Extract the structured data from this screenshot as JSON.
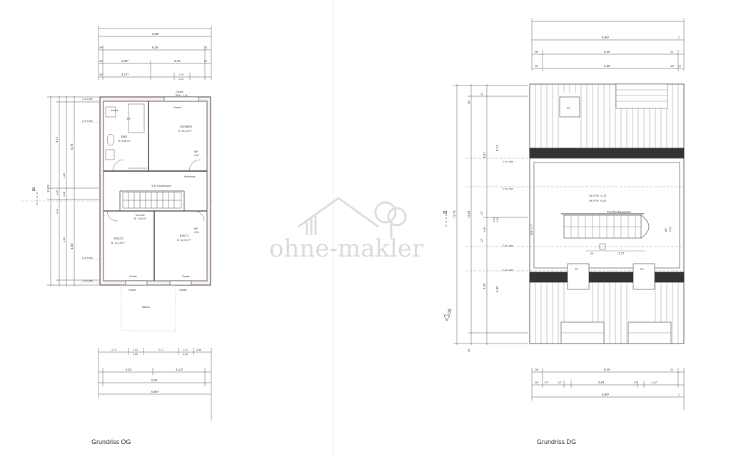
{
  "watermark": {
    "text": "ohne-makler"
  },
  "og": {
    "caption": "Grundriss OG",
    "dims_top": [
      "6,86⁵",
      "6,26",
      "2,30⁵",
      "3,76",
      "4,17⁵",
      "1,76",
      "1,24",
      "36⁵",
      "24",
      "36⁵",
      "24",
      "36⁵"
    ],
    "dims_bottom": [
      "1,74",
      "1,01",
      "2,17",
      "1,01",
      "5,01",
      "2,88",
      "3,13⁵",
      "6,26",
      "6,86⁵",
      "2,09",
      "2,09"
    ],
    "dims_left": [
      "5,74",
      "11,74",
      "1,26",
      "1,18",
      "4,17",
      "4,50",
      "2,26",
      "1,24",
      "2,51"
    ],
    "section_letter": "B",
    "lines": [
      "1 m Linie",
      "2 m Linie",
      "2 m Linie",
      "1 m Linie"
    ],
    "rooms": {
      "bad": {
        "name": "Bad",
        "area": "B: 6,60 m²"
      },
      "schlafen": {
        "name": "Schlafen",
        "area": "B: 15,22 m²"
      },
      "kind2": {
        "name": "Kind 2",
        "area": "B: 12,13 m²"
      },
      "kind1": {
        "name": "Kind 1",
        "area": "B: 12,00 m²"
      },
      "korridor": {
        "name": "Korridor",
        "area": "B: 7,60 m²"
      }
    },
    "labels": [
      "Gaube",
      "Gaube",
      "Gaube",
      "Gaube",
      "Gaube",
      "Gaube",
      "Gaube",
      "Balkon",
      "BRH: 1,14",
      "DF",
      "Haupttreppe",
      "Kniestock",
      "3,30",
      "88⁵",
      "2,01",
      "88⁵",
      "2,01"
    ]
  },
  "dg": {
    "caption": "Grundriss DG",
    "dims_top": [
      "6,86⁵",
      "6,26",
      "6,26",
      "36⁵",
      "2",
      "36⁵",
      "24",
      "36⁵",
      "24"
    ],
    "dims_bottom": [
      "6,26",
      "87⁵",
      "12⁵",
      "3,64",
      "12⁵",
      "1,41⁵",
      "6,86⁵",
      "36⁵",
      "24",
      "36⁵",
      "2"
    ],
    "dims_left": [
      "11,74",
      "11,01",
      "5,74",
      "5,51",
      "4,25",
      "4,99",
      "1,00",
      "1,01",
      "1,01",
      "36⁵",
      "24",
      "12⁵",
      "12⁵",
      "36⁵"
    ],
    "section_letter": "B",
    "level_mark": "08",
    "lines": [
      "1 m Linie",
      "2 m Linie",
      "2 m Linie",
      "1 m Linie"
    ],
    "labels": [
      "DF",
      "DF",
      "DF",
      "Trockenbauwand",
      "36",
      "3,27",
      "BRH 2,77",
      "88⁵",
      "2,01",
      "OK FFB: +2,75",
      "OK FFB: +0,00"
    ]
  }
}
